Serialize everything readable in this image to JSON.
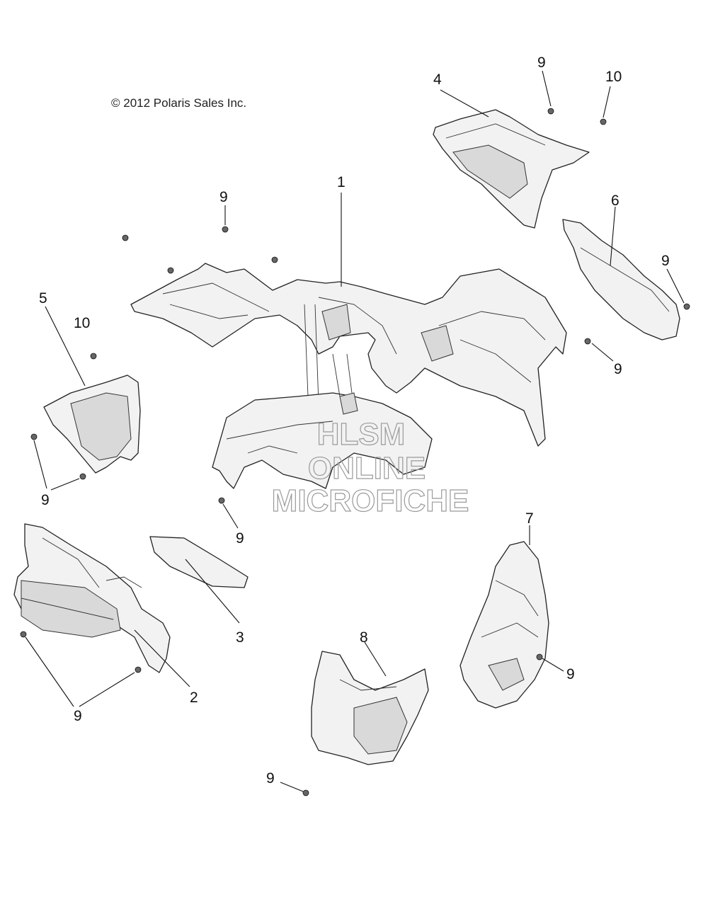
{
  "copyright": "© 2012 Polaris Sales Inc.",
  "watermark": {
    "line1": "HLSM",
    "line2": "ONLINE",
    "line3": "MICROFICHE"
  },
  "callouts": {
    "c1": "1",
    "c2": "2",
    "c3": "3",
    "c4": "4",
    "c5": "5",
    "c6": "6",
    "c7": "7",
    "c8": "8",
    "c9a": "9",
    "c9b": "9",
    "c9c": "9",
    "c9d": "9",
    "c9e": "9",
    "c9f": "9",
    "c9g": "9",
    "c9h": "9",
    "c9i": "9",
    "c10a": "10",
    "c10b": "10"
  }
}
